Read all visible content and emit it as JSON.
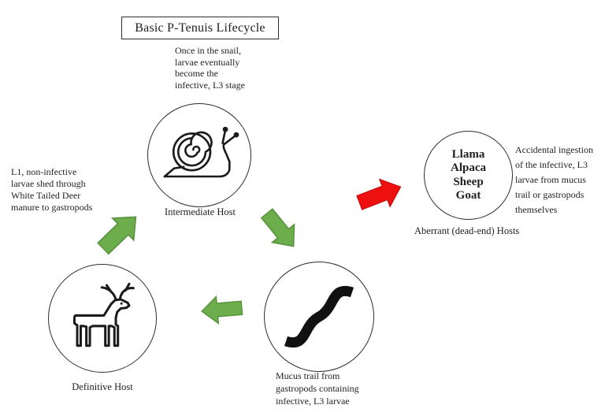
{
  "title": "Basic P-Tenuis Lifecycle",
  "colors": {
    "arrow_green": "#6cae4b",
    "arrow_green_outline": "#5b9441",
    "arrow_red": "#ee0f0f",
    "arrow_red_outline": "#c60d0d",
    "line_art": "#1b1b1b"
  },
  "nodes": {
    "intermediate": {
      "label": "Intermediate Host",
      "icon": "snail-icon",
      "note": "Once in the snail,\nlarvae eventually\nbecome the\ninfective, L3 stage"
    },
    "definitive": {
      "label": "Definitive Host",
      "icon": "deer-icon"
    },
    "mucus": {
      "icon": "mucus-trail-icon",
      "label": "Mucus trail from\ngastropods containing\ninfective, L3 larvae"
    },
    "aberrant": {
      "label": "Aberrant (dead-end) Hosts",
      "hosts": "Llama\nAlpaca\nSheep\nGoat",
      "note": "Accidental ingestion\nof the infective, L3\nlarvae from mucus\ntrail or gastropods\nthemselves"
    }
  },
  "notes": {
    "shed": "L1, non-infective\nlarvae shed through\nWhite Tailed Deer\nmanure to gastropods"
  }
}
